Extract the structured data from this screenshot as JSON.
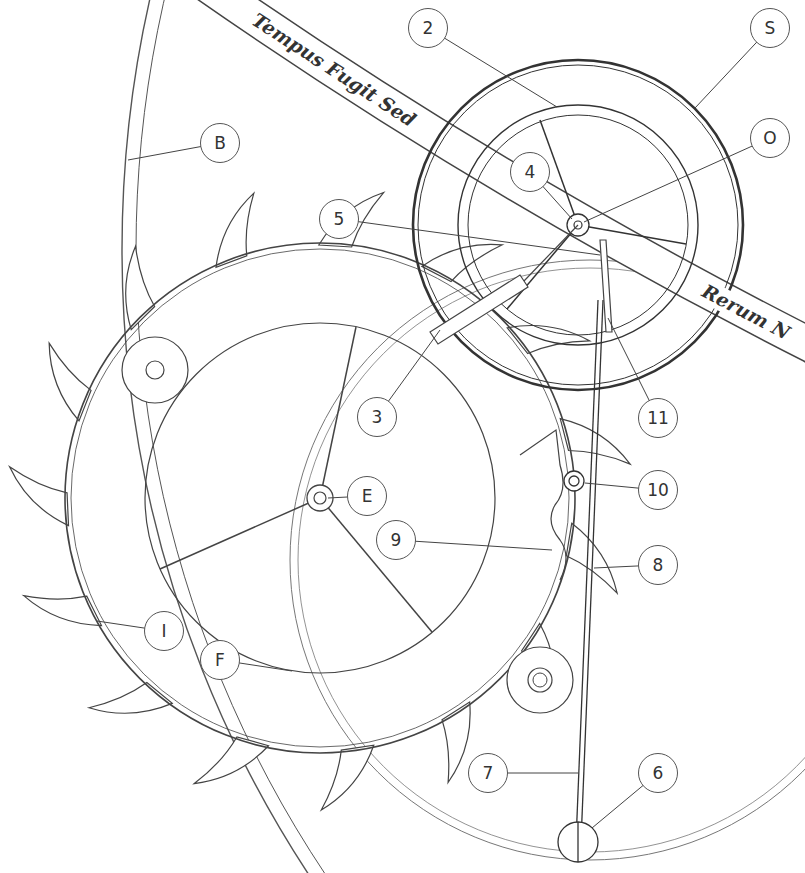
{
  "diagram": {
    "nodes": [
      {
        "text": [
          "Tempus Fugit Sed"
        ]
      },
      {
        "text": [
          "2"
        ]
      },
      {
        "text": [
          "S"
        ]
      },
      {
        "text": [
          "B"
        ]
      },
      {
        "text": [
          "O"
        ]
      },
      {
        "text": [
          "4"
        ]
      },
      {
        "text": [
          "5"
        ]
      },
      {
        "text": [
          "Rerum N"
        ]
      },
      {
        "text": [
          "3"
        ]
      },
      {
        "text": [
          "11"
        ]
      },
      {
        "text": [
          "10"
        ]
      },
      {
        "text": [
          "E"
        ]
      },
      {
        "text": [
          "9"
        ]
      },
      {
        "text": [
          "8"
        ]
      },
      {
        "text": [
          "I"
        ]
      },
      {
        "text": [
          "F"
        ]
      },
      {
        "text": [
          "7"
        ]
      },
      {
        "text": [
          "6"
        ]
      }
    ]
  }
}
